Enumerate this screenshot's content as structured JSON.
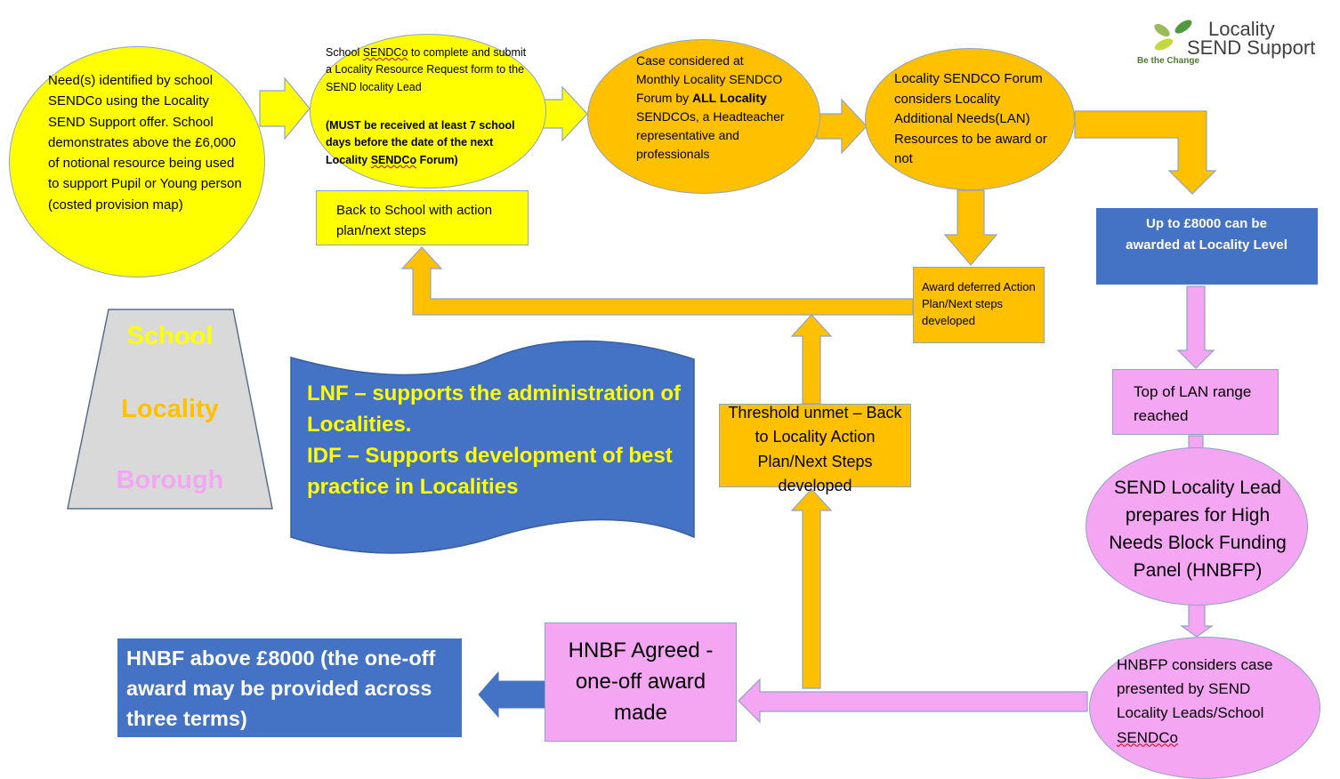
{
  "logo": {
    "line1": "Locality",
    "line2": "SEND Support",
    "tagline": "Be the Change"
  },
  "nodes": {
    "need": "Need(s) identified by school SENDCo using the Locality SEND Support offer. School demonstrates above the £6,000 of notional resource being used to support Pupil or Young person (costed provision map)",
    "request_a": "School ",
    "request_b": "SENDCo",
    "request_c": " to complete and submit a  Locality Resource Request form to the SEND locality Lead",
    "request_bold_a": "(MUST be received at least 7 school days before the date of the next Locality ",
    "request_bold_b": "SENDCo",
    "request_bold_c": " Forum)",
    "forum_case_a": "Case considered at Monthly Locality SENDCO Forum by ",
    "forum_case_b": "ALL Locality",
    "forum_case_c": " SENDCOs, a Headteacher representative and professionals",
    "forum_considers": "Locality SENDCO Forum considers Locality Additional Needs(LAN) Resources to be award or not",
    "back_to_school": "Back to School with action plan/next steps",
    "deferred": "Award deferred Action Plan/Next steps developed",
    "up_to": "Up to £8000 can be awarded at Locality Level",
    "top_lan": "Top of LAN range reached",
    "send_lead": "SEND Locality Lead prepares for High Needs Block Funding Panel (HNBFP)",
    "hnbfp_considers_a": "HNBFP considers case presented by SEND Locality Leads/School ",
    "hnbfp_considers_b": "SENDCo",
    "threshold": "Threshold unmet – Back to Locality Action Plan/Next Steps developed",
    "hnbf_agreed": "HNBF Agreed - one-off award made",
    "hnbf_above": "HNBF above £8000 (the one-off award may be provided across three terms)",
    "lnf_line1": "LNF – supports the administration of Localities.",
    "lnf_line2": "IDF – Supports development of best practice in Localities"
  },
  "pyramid": {
    "level1": "School",
    "level2": "Locality",
    "level3": "Borough"
  },
  "colors": {
    "yellow": "#ffff00",
    "orange": "#ffc000",
    "pink": "#f4a6f2",
    "blue": "#4472c4",
    "grey": "#d9d9d9"
  }
}
